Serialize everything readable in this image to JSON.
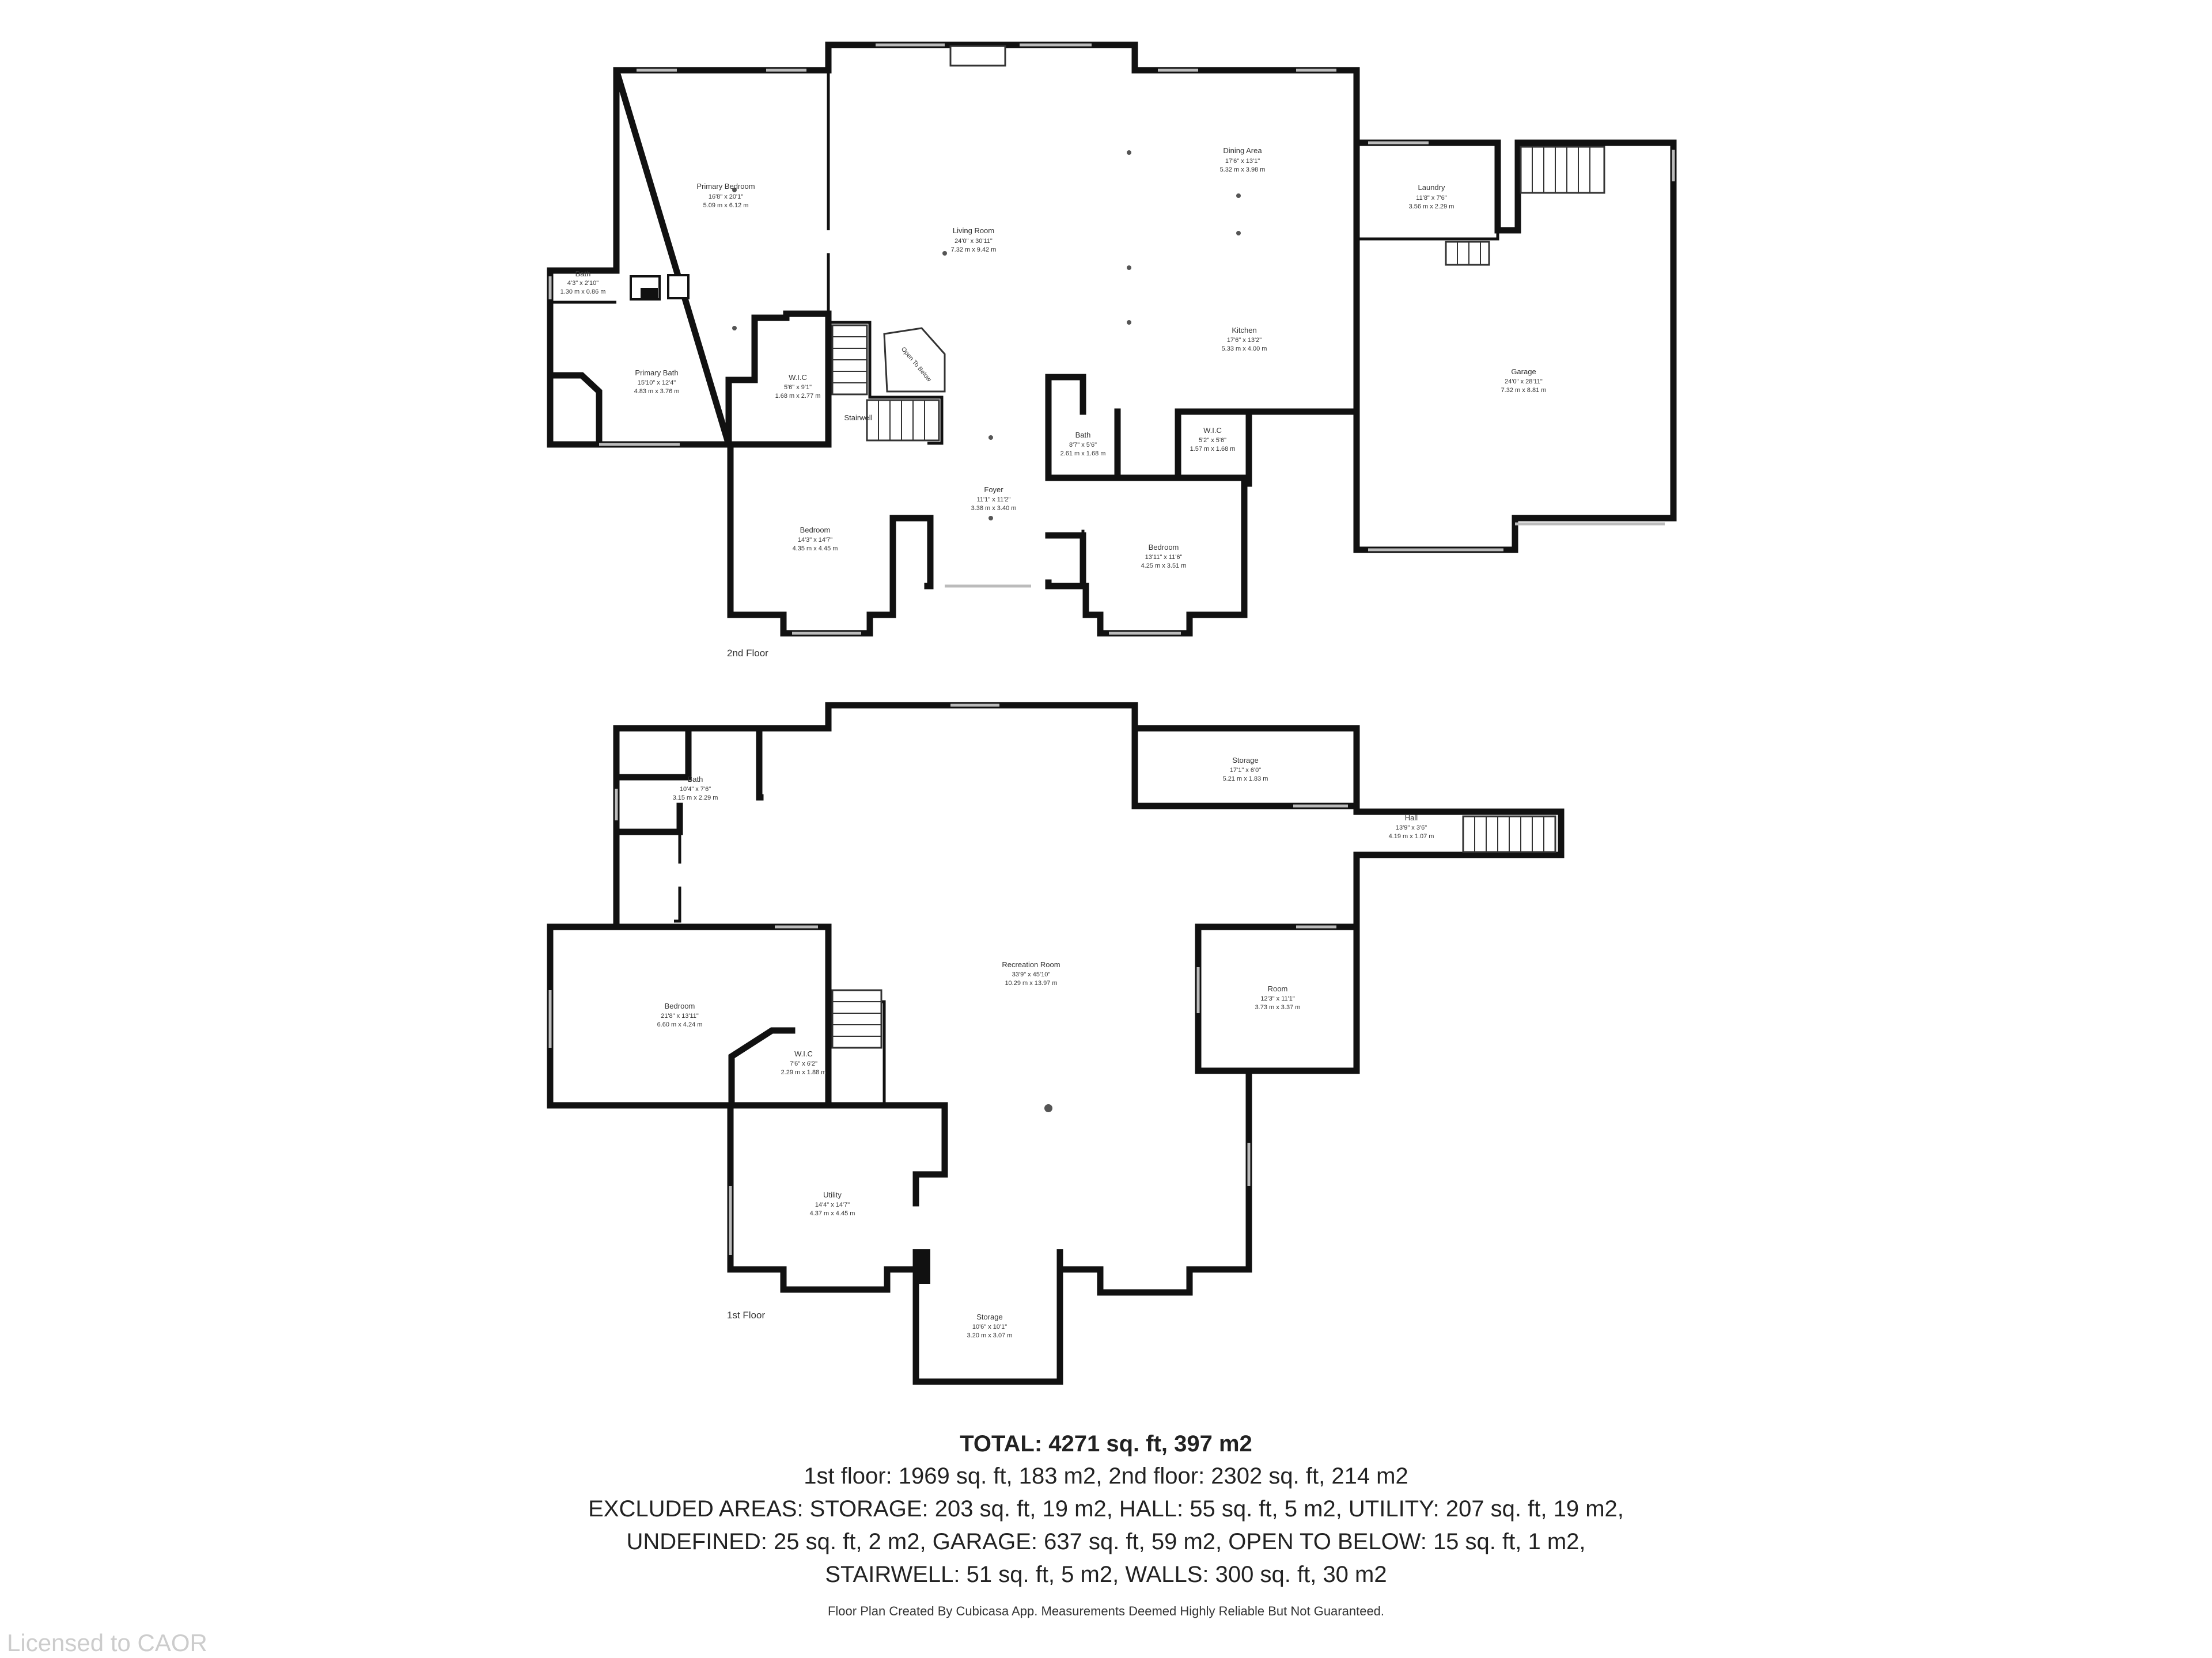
{
  "floors": [
    {
      "label": "2nd Floor",
      "rooms": [
        {
          "id": "primary-bedroom",
          "name": "Primary Bedroom",
          "dims": "16'8\" x 20'1\"",
          "metric": "5.09 m x 6.12 m"
        },
        {
          "id": "living-room",
          "name": "Living Room",
          "dims": "24'0\" x 30'11\"",
          "metric": "7.32 m x 9.42 m"
        },
        {
          "id": "dining-area",
          "name": "Dining Area",
          "dims": "17'6\" x 13'1\"",
          "metric": "5.32 m x 3.98 m"
        },
        {
          "id": "laundry",
          "name": "Laundry",
          "dims": "11'8\" x 7'6\"",
          "metric": "3.56 m x 2.29 m"
        },
        {
          "id": "bath-upper-left",
          "name": "Bath",
          "dims": "4'3\" x 2'10\"",
          "metric": "1.30 m x 0.86 m"
        },
        {
          "id": "primary-bath",
          "name": "Primary Bath",
          "dims": "15'10\" x 12'4\"",
          "metric": "4.83 m x 3.76 m"
        },
        {
          "id": "wic-left",
          "name": "W.I.C",
          "dims": "5'6\" x 9'1\"",
          "metric": "1.68 m x 2.77 m"
        },
        {
          "id": "open-to-below",
          "name": "Open To Below",
          "dims": "",
          "metric": ""
        },
        {
          "id": "stairwell",
          "name": "Stairwell",
          "dims": "",
          "metric": ""
        },
        {
          "id": "kitchen",
          "name": "Kitchen",
          "dims": "17'6\" x 13'2\"",
          "metric": "5.33 m x 4.00 m"
        },
        {
          "id": "garage",
          "name": "Garage",
          "dims": "24'0\" x 28'11\"",
          "metric": "7.32 m x 8.81 m"
        },
        {
          "id": "bath-middle",
          "name": "Bath",
          "dims": "8'7\" x 5'6\"",
          "metric": "2.61 m x 1.68 m"
        },
        {
          "id": "wic-right",
          "name": "W.I.C",
          "dims": "5'2\" x 5'6\"",
          "metric": "1.57 m x 1.68 m"
        },
        {
          "id": "foyer",
          "name": "Foyer",
          "dims": "11'1\" x 11'2\"",
          "metric": "3.38 m x 3.40 m"
        },
        {
          "id": "bedroom-left",
          "name": "Bedroom",
          "dims": "14'3\" x 14'7\"",
          "metric": "4.35 m x 4.45 m"
        },
        {
          "id": "bedroom-right",
          "name": "Bedroom",
          "dims": "13'11\" x 11'6\"",
          "metric": "4.25 m x 3.51 m"
        }
      ]
    },
    {
      "label": "1st Floor",
      "rooms": [
        {
          "id": "bath-lower",
          "name": "Bath",
          "dims": "10'4\" x 7'6\"",
          "metric": "3.15 m x 2.29 m"
        },
        {
          "id": "storage-top",
          "name": "Storage",
          "dims": "17'1\" x 6'0\"",
          "metric": "5.21 m x 1.83 m"
        },
        {
          "id": "hall",
          "name": "Hall",
          "dims": "13'9\" x 3'6\"",
          "metric": "4.19 m x 1.07 m"
        },
        {
          "id": "recreation-room",
          "name": "Recreation Room",
          "dims": "33'9\" x 45'10\"",
          "metric": "10.29 m x 13.97 m"
        },
        {
          "id": "bedroom-lower",
          "name": "Bedroom",
          "dims": "21'8\" x 13'11\"",
          "metric": "6.60 m x 4.24 m"
        },
        {
          "id": "room",
          "name": "Room",
          "dims": "12'3\" x 11'1\"",
          "metric": "3.73 m x 3.37 m"
        },
        {
          "id": "wic-lower",
          "name": "W.I.C",
          "dims": "7'6\" x 6'2\"",
          "metric": "2.29 m x 1.88 m"
        },
        {
          "id": "utility",
          "name": "Utility",
          "dims": "14'4\" x 14'7\"",
          "metric": "4.37 m x 4.45 m"
        },
        {
          "id": "storage-bottom",
          "name": "Storage",
          "dims": "10'6\" x 10'1\"",
          "metric": "3.20 m x 3.07 m"
        }
      ]
    }
  ],
  "summary": {
    "total": "TOTAL: 4271 sq. ft, 397 m2",
    "lines": [
      "1st floor: 1969 sq. ft, 183 m2, 2nd floor: 2302 sq. ft, 214 m2",
      "EXCLUDED AREAS: STORAGE: 203 sq. ft, 19 m2, HALL: 55 sq. ft, 5 m2, UTILITY: 207 sq. ft, 19 m2,",
      "UNDEFINED: 25 sq. ft, 2 m2, GARAGE: 637 sq. ft, 59 m2, OPEN TO BELOW: 15 sq. ft, 1 m2,",
      "STAIRWELL: 51 sq. ft, 5 m2, WALLS: 300 sq. ft, 30 m2"
    ],
    "disclaimer": "Floor Plan Created By Cubicasa App. Measurements Deemed Highly Reliable But Not Guaranteed."
  },
  "watermark": "Licensed to CAOR",
  "colors": {
    "wall": "#111111",
    "window": "#bbbbbb",
    "background": "#ffffff",
    "watermark": "#cccccc"
  }
}
